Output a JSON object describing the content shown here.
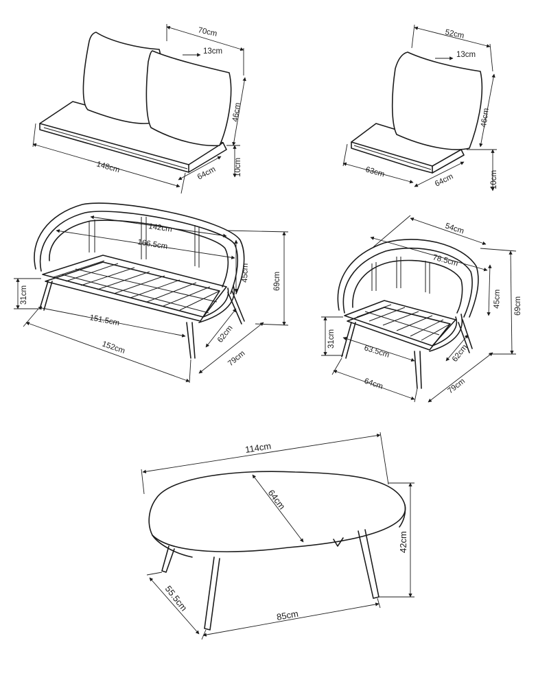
{
  "sofa_cushions": {
    "depth_top": "70cm",
    "cushion_thickness": "13cm",
    "back_height": "46cm",
    "seat_thickness": "10cm",
    "seat_depth": "64cm",
    "width": "148cm"
  },
  "chair_cushions": {
    "depth_top": "52cm",
    "cushion_thickness": "13cm",
    "back_height": "46cm",
    "seat_thickness": "10cm",
    "seat_depth": "64cm",
    "width": "63cm"
  },
  "sofa_frame": {
    "inner_width": "142cm",
    "outer_width": "166.5cm",
    "arm_height": "45cm",
    "total_height": "69cm",
    "seat_height": "31cm",
    "seat_width": "151.5cm",
    "base_width": "152cm",
    "seat_depth": "62cm",
    "total_depth": "79cm"
  },
  "chair_frame": {
    "top_width": "54cm",
    "outer_width": "78.5cm",
    "arm_height": "45cm",
    "total_height": "69cm",
    "seat_height": "31cm",
    "seat_width": "63.5cm",
    "base_width": "64cm",
    "seat_depth": "62cm",
    "total_depth": "79cm"
  },
  "table": {
    "length": "114cm",
    "width": "64cm",
    "height": "42cm",
    "leg_span_depth": "55.5cm",
    "leg_span_width": "85cm"
  }
}
